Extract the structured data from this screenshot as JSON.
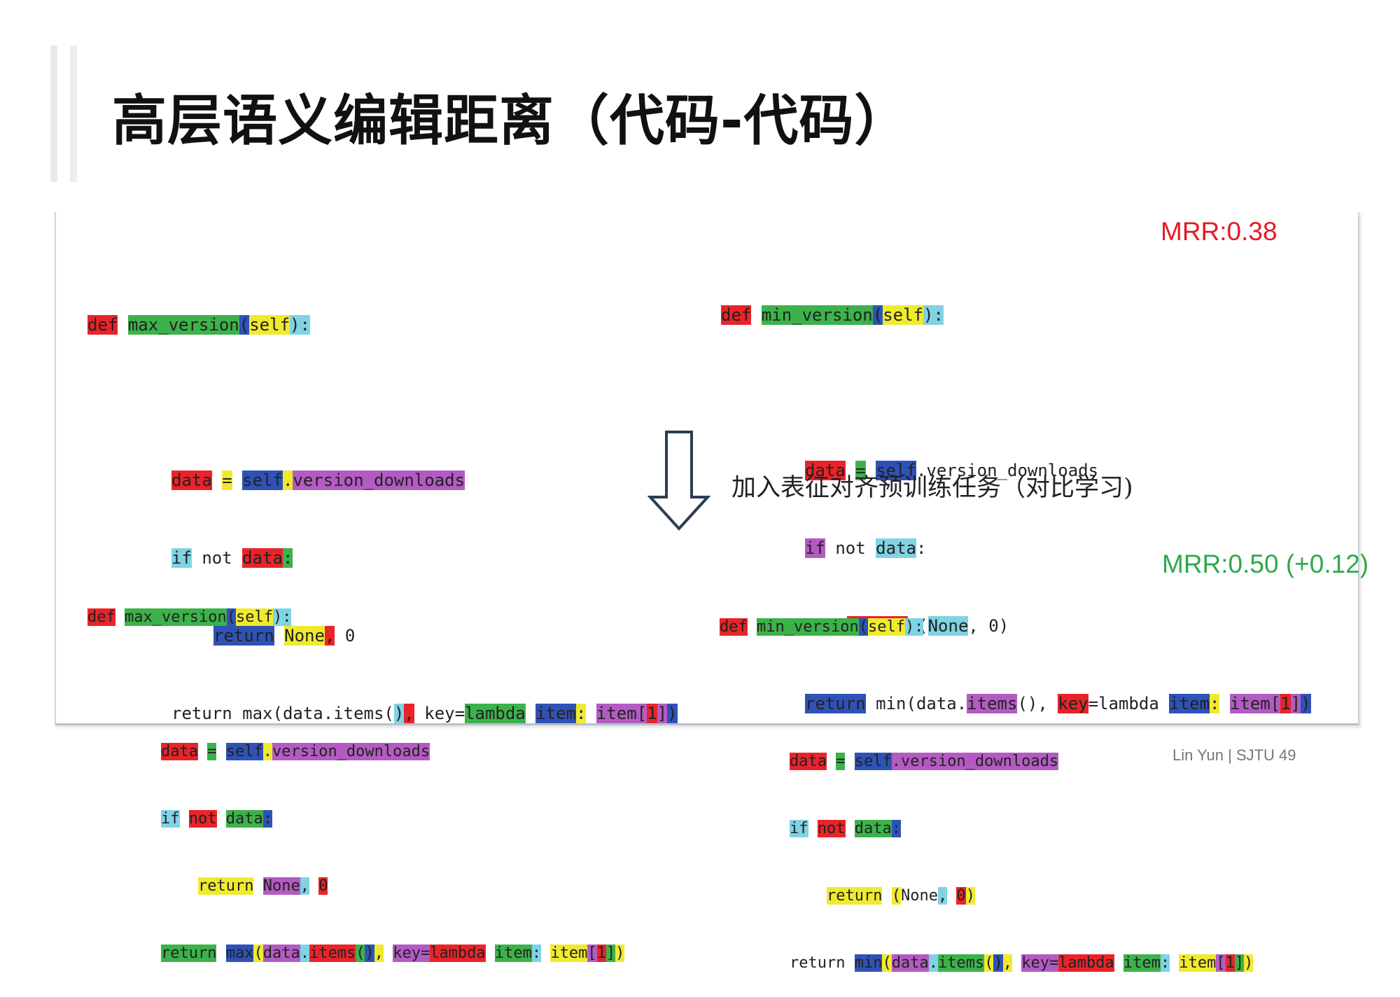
{
  "slide": {
    "title": "高层语义编辑距离（代码-代码）",
    "footer": "Lin Yun | SJTU 49"
  },
  "figure": {
    "mrr_before": "MRR:0.38",
    "mrr_after": "MRR:0.50 (+0.12)",
    "arrow_label": "加入表征对齐预训练任务（对比学习)",
    "code_top_left": {
      "line1": [
        "def",
        "max_version",
        "(",
        "self",
        "):"
      ],
      "line2": [
        "data",
        "=",
        "self",
        ".",
        "version_downloads"
      ],
      "line3": [
        "if",
        "not",
        "data",
        ":"
      ],
      "line4": [
        "return",
        "None",
        ",",
        "0"
      ],
      "line5": [
        "return max(data.items(",
        ")",
        ",",
        "key=",
        "lambda",
        "item",
        ":",
        "item[",
        "1",
        "]",
        ")"
      ]
    },
    "code_top_right": {
      "line1": [
        "def",
        "min_version",
        "(",
        "self",
        "):"
      ],
      "line2": [
        "data",
        "=",
        "self",
        ".version_downloads"
      ],
      "line3": [
        "if",
        "not",
        "data",
        ":"
      ],
      "line4": [
        "return",
        "(",
        "None",
        ", 0)"
      ],
      "line5": [
        "return",
        "min(data.",
        "items",
        "(),",
        "key",
        "=lambda",
        "item",
        ":",
        "item[",
        "1",
        "]",
        ")"
      ]
    },
    "code_bottom_left": {
      "line1": [
        "def",
        "max_version",
        "(",
        "self",
        "):"
      ],
      "line2": [
        "data",
        "=",
        "self",
        ".",
        "version_downloads"
      ],
      "line3": [
        "if",
        "not",
        "data",
        ":"
      ],
      "line4": [
        "return",
        "None",
        ",",
        "0"
      ],
      "line5": [
        "return",
        "max",
        "(",
        "data",
        ".",
        "items",
        "(",
        ")",
        ",",
        "key=",
        "lambda",
        "item",
        ":",
        "item",
        "[",
        "1",
        "]",
        ")"
      ]
    },
    "code_bottom_right": {
      "line1": [
        "def",
        "min_version",
        "(",
        "self",
        "):"
      ],
      "line2": [
        "data",
        "=",
        "self",
        ".version_downloads"
      ],
      "line3": [
        "if",
        "not",
        "data",
        ":"
      ],
      "line4": [
        "return",
        "(",
        "None",
        ",",
        "0",
        ")"
      ],
      "line5": [
        "return",
        "min",
        "(",
        "data",
        ".",
        "items",
        "(",
        ")",
        ",",
        "key=",
        "lambda",
        "item",
        ":",
        "item",
        "[",
        "1",
        "]",
        ")"
      ]
    }
  }
}
